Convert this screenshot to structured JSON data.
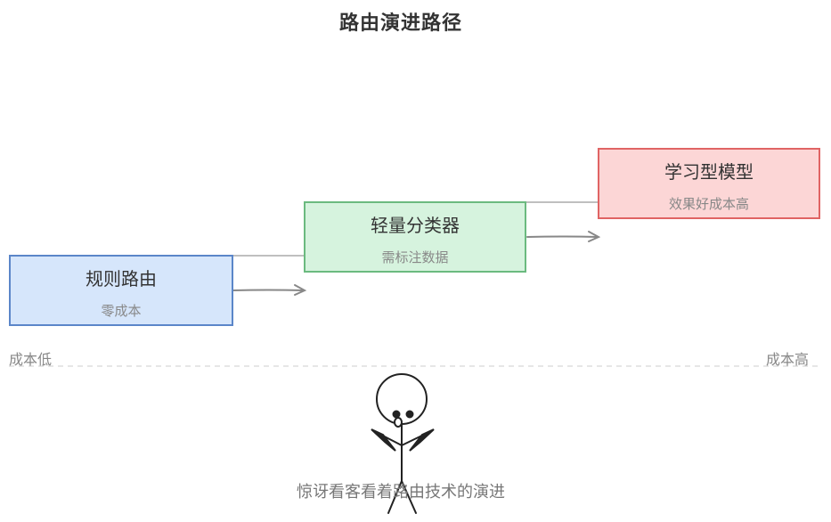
{
  "title": "路由演进路径",
  "stages": [
    {
      "name": "规则路由",
      "cost": "零成本"
    },
    {
      "name": "轻量分类器",
      "cost": "需标注数据"
    },
    {
      "name": "学习型模型",
      "cost": "效果好成本高"
    }
  ],
  "axis": {
    "low": "成本低",
    "high": "成本高"
  },
  "caption": "惊讶看客看着路由技术的演进",
  "colors": {
    "stage1_fill": "#d6e6fb",
    "stage1_border": "#5b86c9",
    "stage2_fill": "#d6f3de",
    "stage2_border": "#6bba7f",
    "stage3_fill": "#fcd6d6",
    "stage3_border": "#e06464",
    "arrow": "#888888"
  }
}
